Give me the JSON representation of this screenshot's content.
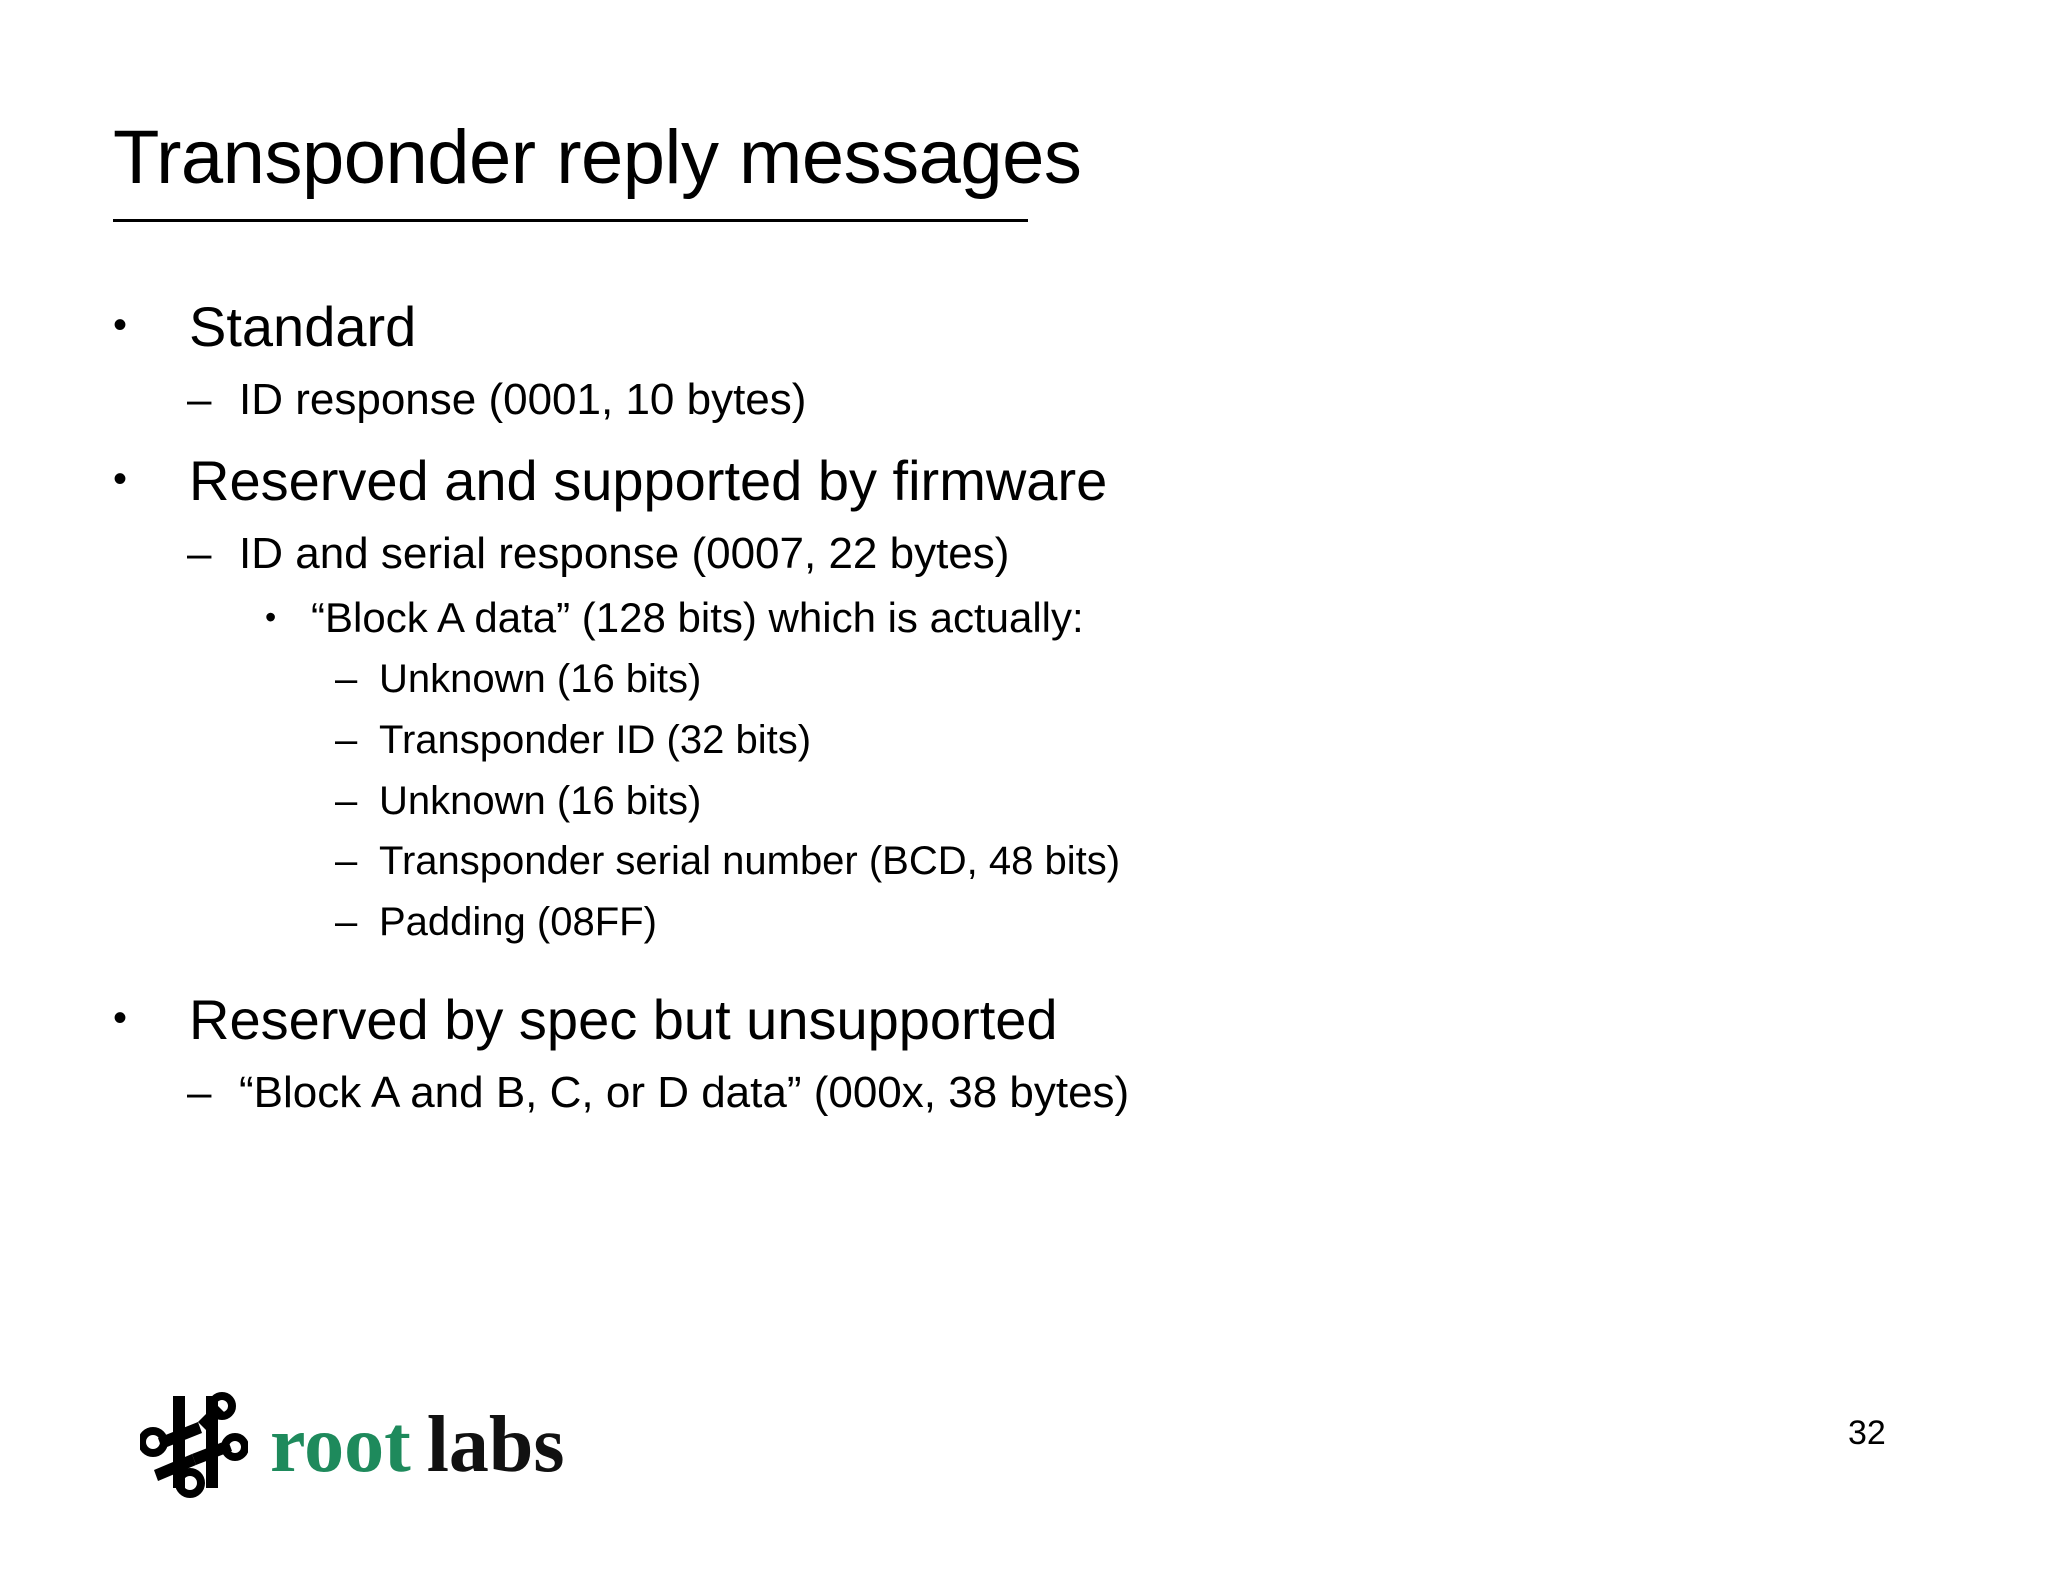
{
  "slide": {
    "title": "Transponder reply messages",
    "page_number": "32",
    "bullet_glyph": "•",
    "dash_glyph": "–",
    "outline": [
      {
        "level": 1,
        "marker": "•",
        "text": "Standard"
      },
      {
        "level": 2,
        "marker": "–",
        "text": "ID response (0001, 10 bytes)"
      },
      {
        "level": 1,
        "marker": "•",
        "text": "Reserved and supported by firmware"
      },
      {
        "level": 2,
        "marker": "–",
        "text": "ID and serial response (0007, 22 bytes)"
      },
      {
        "level": 3,
        "marker": "•",
        "text": "“Block A data” (128 bits) which is actually:"
      },
      {
        "level": 4,
        "marker": "–",
        "text": "Unknown (16 bits)"
      },
      {
        "level": 4,
        "marker": "–",
        "text": "Transponder ID (32 bits)"
      },
      {
        "level": 4,
        "marker": "–",
        "text": "Unknown (16 bits)"
      },
      {
        "level": 4,
        "marker": "–",
        "text": "Transponder serial number (BCD, 48 bits)"
      },
      {
        "level": 4,
        "marker": "–",
        "text": "Padding (08FF)"
      },
      {
        "level": 1,
        "marker": "•",
        "text": "Reserved by spec but unsupported"
      },
      {
        "level": 2,
        "marker": "–",
        "text": "“Block A and B, C, or D data” (000x, 38 bytes)"
      }
    ]
  },
  "logo": {
    "word_one": "root",
    "word_two": "labs",
    "word_one_color": "#1E8A5C",
    "word_two_color": "#111111",
    "mark_color": "#000000"
  },
  "colors": {
    "background": "#FFFFFF",
    "text": "#000000",
    "rule": "#000000",
    "brand_green": "#1E8A5C"
  }
}
